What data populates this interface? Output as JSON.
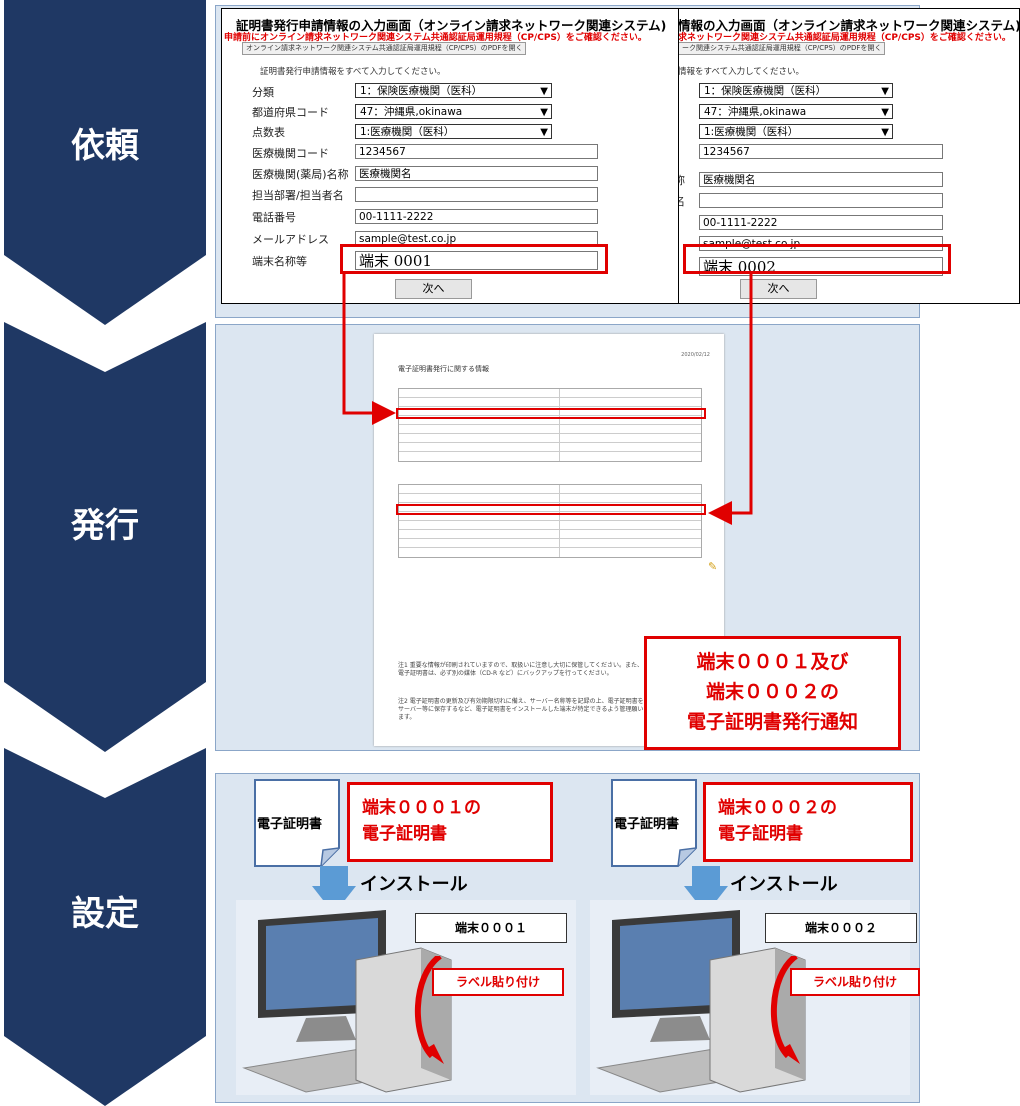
{
  "stages": [
    {
      "id": "request",
      "label": "依頼"
    },
    {
      "id": "issue",
      "label": "発行"
    },
    {
      "id": "setup",
      "label": "設定"
    }
  ],
  "colors": {
    "chevron": "#1f3864",
    "accent_red": "#e00000",
    "panel": "#dce6f1",
    "arrow_blue": "#5b9bd5"
  },
  "form": {
    "title": "証明書発行申請情報の入力画面（オンライン請求ネットワーク関連システム)",
    "title_clipped": "情報の入力画面（オンライン請求ネットワーク関連システム)",
    "warning": "申請前にオンライン請求ネットワーク関連システム共通認証局運用規程（CP/CPS）をご確認ください。",
    "warning_clipped": "求ネットワーク関連システム共通認証局運用規程（CP/CPS）をご確認ください。",
    "pdf_button": "オンライン請求ネットワーク関連システム共通認証局運用規程（CP/CPS）のPDFを開く",
    "pdf_button_clipped": "ーク関連システム共通認証局運用規程（CP/CPS）のPDFを開く",
    "instruction": "証明書発行申請情報をすべて入力してください。",
    "instruction_clipped": "情報をすべて入力してください。",
    "labels": {
      "category": "分類",
      "prefecture": "都道府県コード",
      "score_table": "点数表",
      "inst_code": "医療機関コード",
      "inst_name": "医療機関(薬局)名称",
      "inst_name_clip": "称",
      "dept": "担当部署/担当者名",
      "dept_clip": "名",
      "phone": "電話番号",
      "email": "メールアドレス",
      "terminal": "端末名称等"
    },
    "values": {
      "category": "1：保険医療機関（医科）",
      "prefecture": "47：沖縄県,okinawa",
      "score_table": "1:医療機関（医科）",
      "inst_code": "1234567",
      "inst_name": "医療機関名",
      "dept": "",
      "phone": "00-1111-2222",
      "email": "sample@test.co.jp"
    },
    "terminal_values": [
      "端末 0001",
      "端末 0002"
    ],
    "next_button": "次へ"
  },
  "document": {
    "date": "2020/02/12",
    "heading": "電子証明書発行に関する情報",
    "notes": [
      "注1  重要な情報が印刷されていますので、取扱いに注意し大切に保管してください。また、電子証明書は、必ず別の媒体（CD-R など）にバックアップを行ってください。",
      "注2  電子証明書の更新及び有効期限切れに備え、サーバー名称等を記録の上、電子証明書をサーバー等に保存するなど、電子証明書をインストールした端末が特定できるよう管理願います。"
    ],
    "notice_lines": [
      "端末０００１及び",
      "端末０００２の",
      "電子証明書発行通知"
    ]
  },
  "setup": {
    "cert_icon_label": "電子証明書",
    "install_label": "インストール",
    "cards": [
      {
        "line1": "端末０００１の",
        "line2": "電子証明書",
        "tag": "端末０００１"
      },
      {
        "line1": "端末０００２の",
        "line2": "電子証明書",
        "tag": "端末０００２"
      }
    ],
    "label_action": "ラベル貼り付け"
  }
}
